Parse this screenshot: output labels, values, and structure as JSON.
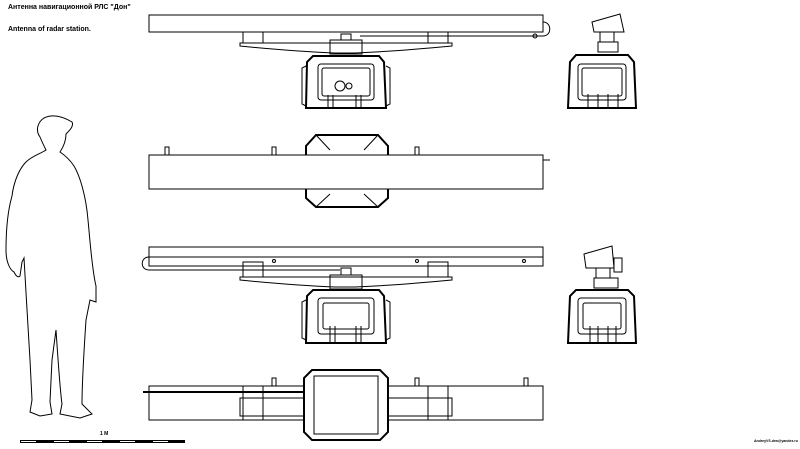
{
  "title_ru": "Антенна навигационной РЛС \"Дон\"",
  "title_en": "Antenna of radar station.",
  "scale_label": "1 M",
  "signature": "AndreyVS.drw@yandex.ru",
  "colors": {
    "line": "#000000",
    "fill": "#ffffff",
    "shade": "#bdbdbd"
  }
}
